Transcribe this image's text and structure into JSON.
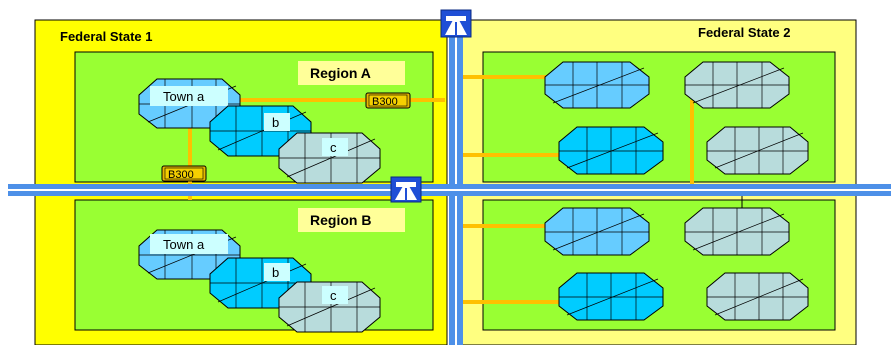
{
  "states": [
    {
      "label": "Federal State 1"
    },
    {
      "label": "Federal State 2"
    }
  ],
  "regions": [
    {
      "label": "Region A",
      "towns": [
        "Town a",
        "b",
        "c"
      ]
    },
    {
      "label": "Region B",
      "towns": [
        "Town a",
        "b",
        "c"
      ]
    }
  ],
  "road_badges": [
    "B300",
    "B300"
  ],
  "icons": [
    "motorway-sign-icon",
    "motorway-sign-icon"
  ],
  "colors": {
    "state1_fill": "#ffff00",
    "state2_fill": "#ffff80",
    "region_fill": "#99ff33",
    "highway": "#4d90e8",
    "road": "#ffc000",
    "town_light_blue": "#66ccff",
    "town_blue": "#00ccff",
    "town_grey": "#b8dcdc"
  }
}
